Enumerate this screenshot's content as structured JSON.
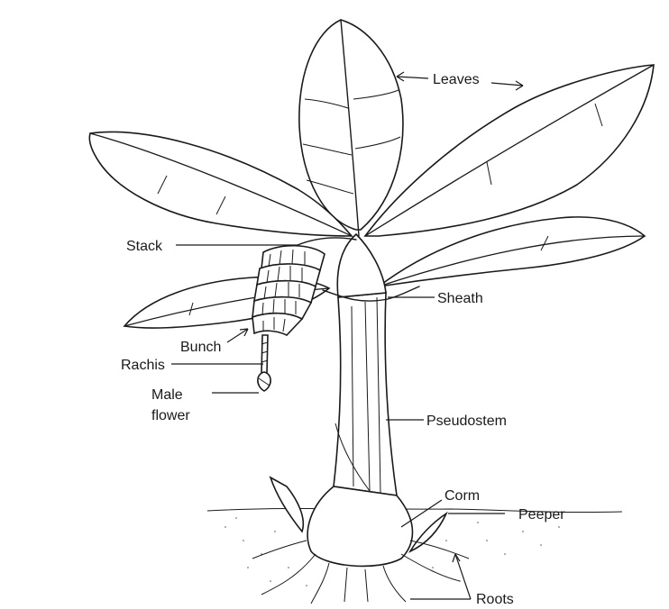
{
  "diagram": {
    "labels": {
      "leaves": "Leaves",
      "stack": "Stack",
      "sheath": "Sheath",
      "bunch": "Bunch",
      "rachis": "Rachis",
      "male_flower_line1": "Male",
      "male_flower_line2": "flower",
      "pseudostem": "Pseudostem",
      "corm": "Corm",
      "peeper": "Peeper",
      "roots": "Roots"
    }
  }
}
